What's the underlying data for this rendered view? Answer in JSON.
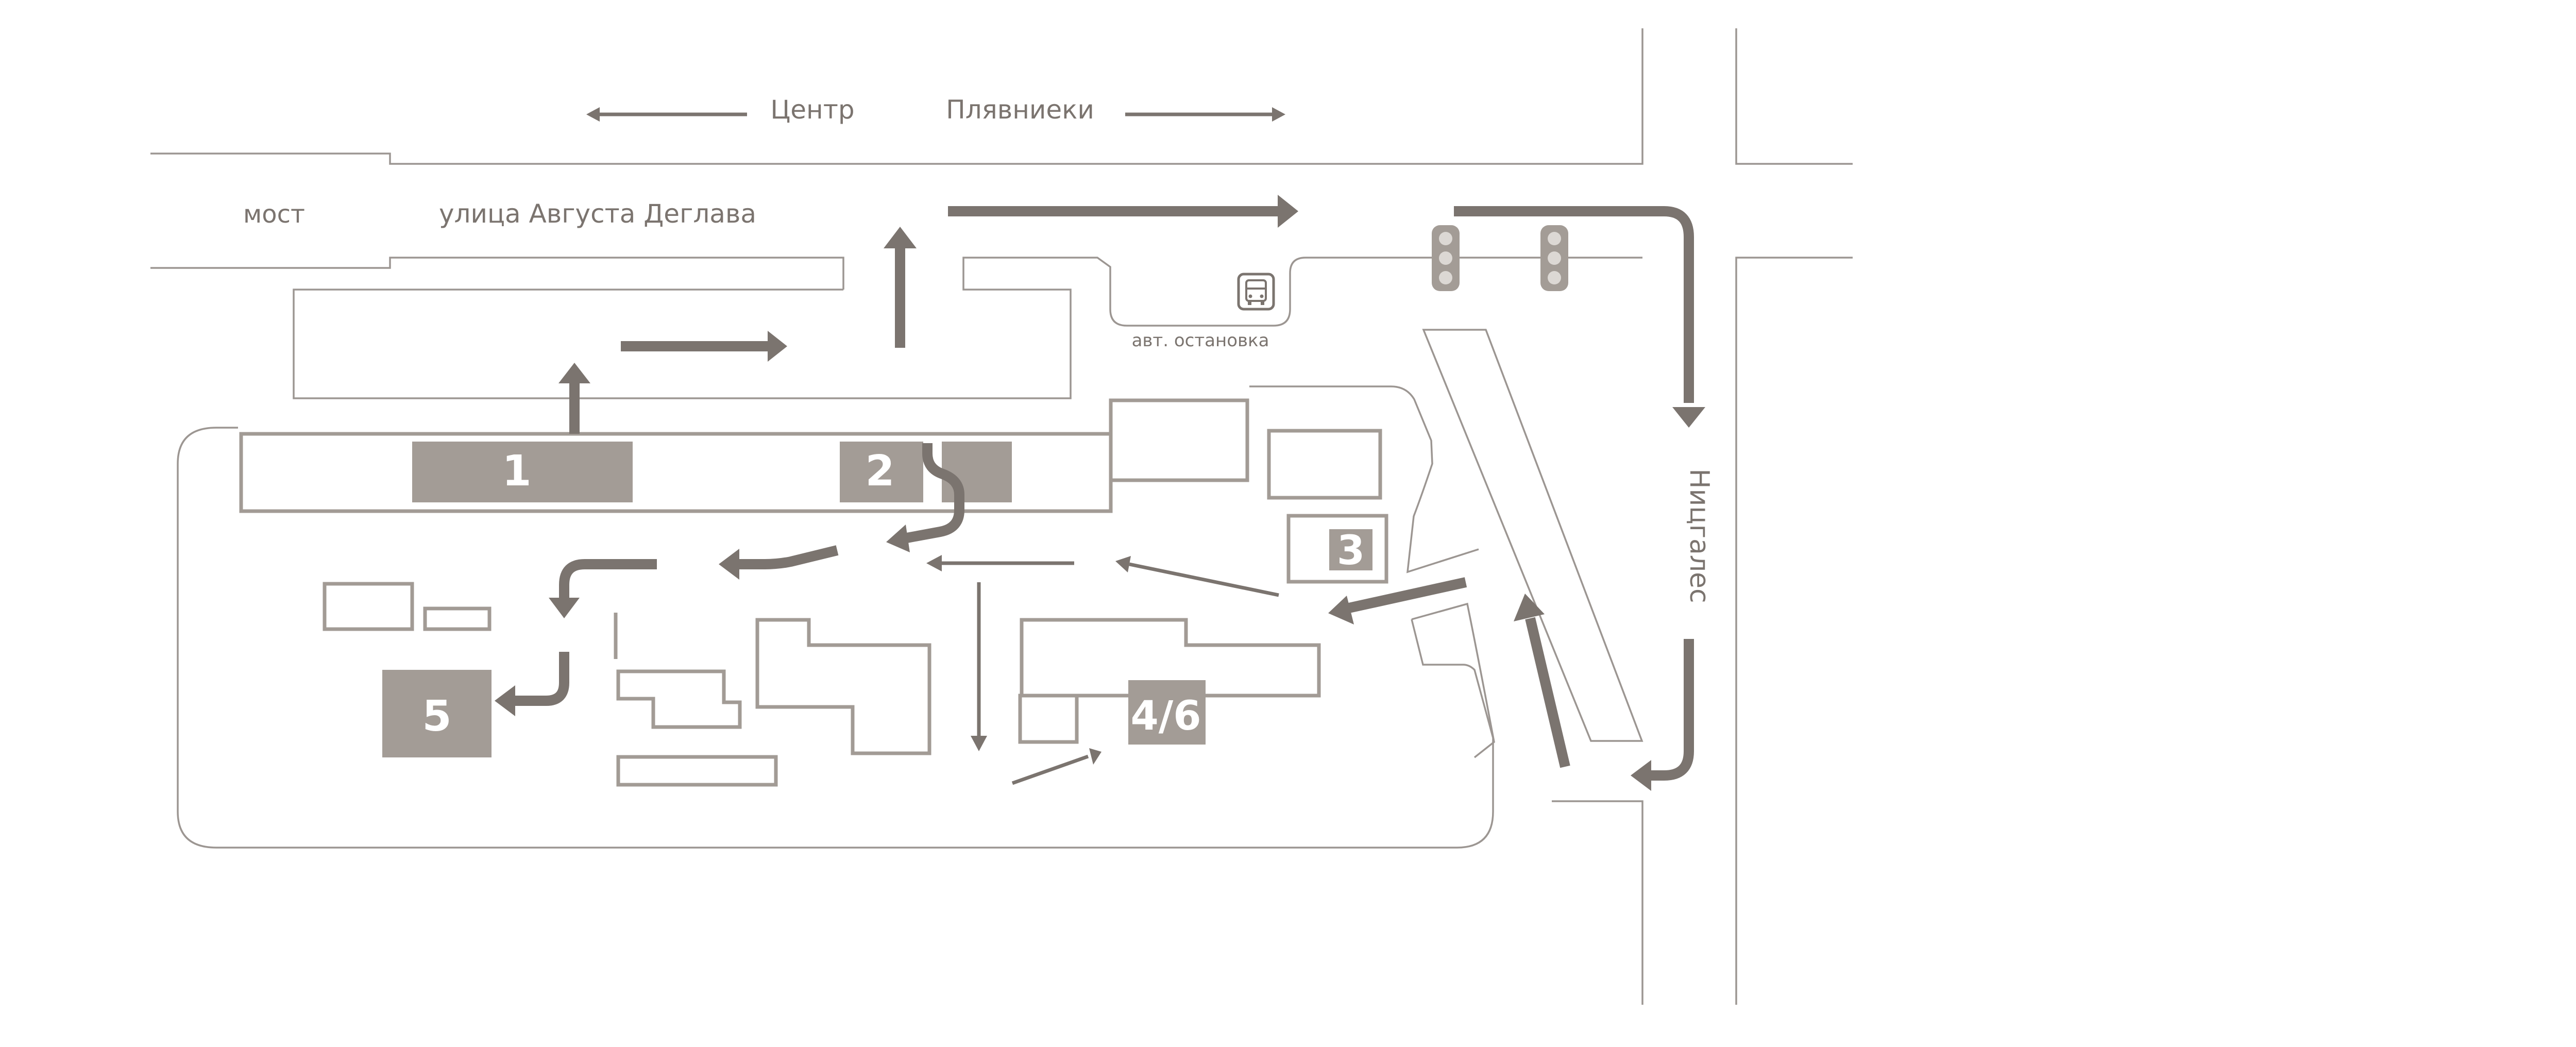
{
  "labels": {
    "center": "Центр",
    "plyavnieki": "Плявниеки",
    "bridge": "мост",
    "street": "улица Августа Деглава",
    "bus_stop": "авт. остановка",
    "nicgales": "Ницгалес"
  },
  "buildings": {
    "b1": "1",
    "b2": "2",
    "b3": "3",
    "b46": "4/6",
    "b5": "5"
  },
  "icons": {
    "bus_stop": "bus-icon",
    "traffic_light": "traffic-light-icon"
  },
  "colors": {
    "line": "#a29b95",
    "arrow": "#7b746f",
    "building": "#a39c96",
    "text": "#7b746f"
  }
}
